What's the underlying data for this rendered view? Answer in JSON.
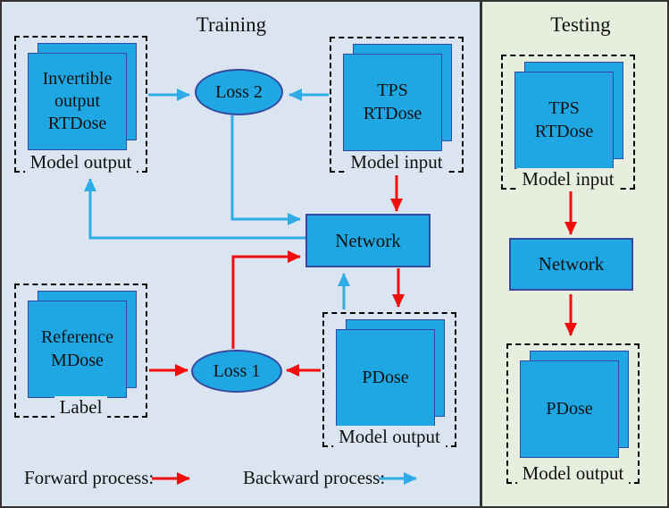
{
  "figure": {
    "training": {
      "title": "Training",
      "invertible_output_box": {
        "card_label": "Invertible output RTDose",
        "caption": "Model output"
      },
      "loss2": {
        "label": "Loss 2"
      },
      "tps_input_box": {
        "card_label": "TPS RTDose",
        "caption": "Model input"
      },
      "network": {
        "label": "Network"
      },
      "reference_label_box": {
        "card_label": "Reference MDose",
        "caption": "Label"
      },
      "loss1": {
        "label": "Loss 1"
      },
      "pdose_output_box": {
        "card_label": "PDose",
        "caption": "Model output"
      }
    },
    "testing": {
      "title": "Testing",
      "tps_input_box": {
        "card_label": "TPS RTDose",
        "caption": "Model input"
      },
      "network": {
        "label": "Network"
      },
      "pdose_output_box": {
        "card_label": "PDose",
        "caption": "Model output"
      }
    },
    "legend": {
      "forward_label": "Forward process:",
      "backward_label": "Backward process:"
    },
    "colors": {
      "forward_arrow": "#f20d0d",
      "backward_arrow": "#2fabe6",
      "node_fill": "#1ea7e3",
      "node_border": "#35499e",
      "training_bg": "#dbe5f1",
      "testing_bg": "#e7eedd"
    }
  }
}
